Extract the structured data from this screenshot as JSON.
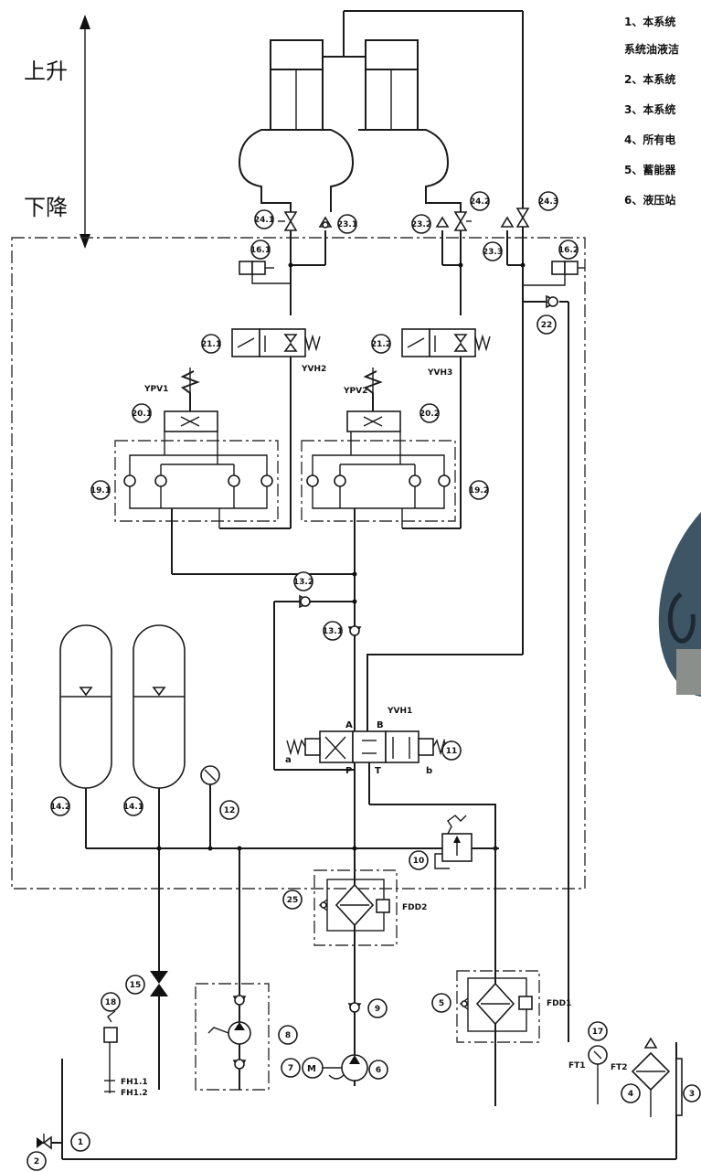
{
  "direction": {
    "up": "上升",
    "down": "下降"
  },
  "notes": [
    "1、本系统",
    "系统油液洁",
    "2、本系统",
    "3、本系统",
    "4、所有电",
    "5、蓄能器",
    "6、液压站"
  ],
  "callouts": {
    "c24_1": "24.1",
    "c23_1": "23.1",
    "c23_2": "23.2",
    "c24_2": "24.2",
    "c24_3": "24.3",
    "c23_3": "23.3",
    "c16_1": "16.1",
    "c16_2": "16.2",
    "c22": "22",
    "c21_1": "21.1",
    "c21_2": "21.2",
    "c20_1": "20.1",
    "c20_2": "20.2",
    "c19_1": "19.1",
    "c19_2": "19.2",
    "c13_2": "13.2",
    "c13_1": "13.1",
    "c11": "11",
    "c14_2": "14.2",
    "c14_1": "14.1",
    "c12": "12",
    "c10": "10",
    "c25": "25",
    "c15": "15",
    "c18": "18",
    "c8": "8",
    "c9": "9",
    "c5": "5",
    "c17": "17",
    "c7": "7",
    "c6": "6",
    "c4": "4",
    "c3": "3",
    "c1": "1",
    "c2": "2"
  },
  "labels": {
    "yvh2": "YVH2",
    "yvh3": "YVH3",
    "ypv1": "YPV1",
    "ypv2": "YPV2",
    "yvh1": "YVH1",
    "port_a": "A",
    "port_b": "B",
    "port_p": "P",
    "port_t": "T",
    "side_a": "a",
    "side_b": "b",
    "fdd2": "FDD2",
    "fdd1": "FDD1",
    "ft1": "FT1",
    "ft2": "FT2",
    "fh1_1": "FH1.1",
    "fh1_2": "FH1.2",
    "motor": "M"
  }
}
